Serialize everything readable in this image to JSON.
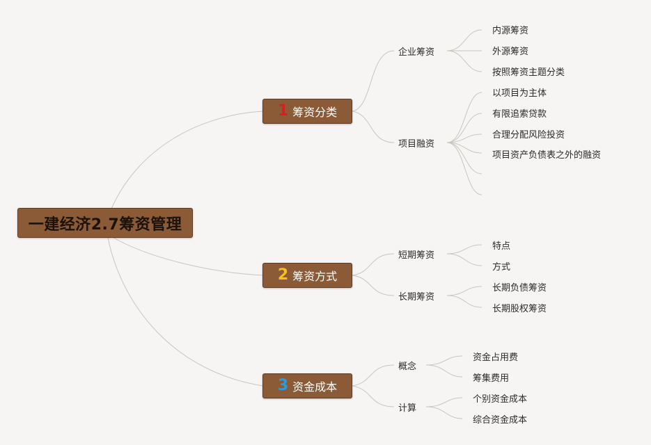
{
  "root": {
    "label": "一建经济2.7筹资管理"
  },
  "colors": {
    "node_fill": "#8b5a36",
    "line": "#c9c4bf",
    "num1": "#d42020",
    "num2": "#f3c21b",
    "num3": "#2a9be0"
  },
  "branches": [
    {
      "number": "1",
      "label": "筹资分类",
      "subs": [
        {
          "label": "企业筹资",
          "leaves": [
            "内源筹资",
            "外源筹资",
            "按照筹资主题分类"
          ]
        },
        {
          "label": "项目融资",
          "leaves": [
            "以项目为主体",
            "有限追索贷款",
            "合理分配风险投资",
            "项目资产负债表之外的融资",
            "",
            ""
          ]
        }
      ]
    },
    {
      "number": "2",
      "label": "筹资方式",
      "subs": [
        {
          "label": "短期筹资",
          "leaves": [
            "特点",
            "方式"
          ]
        },
        {
          "label": "长期筹资",
          "leaves": [
            "长期负债筹资",
            "长期股权筹资"
          ]
        }
      ]
    },
    {
      "number": "3",
      "label": "资金成本",
      "subs": [
        {
          "label": "概念",
          "leaves": [
            "资金占用费",
            "筹集费用"
          ]
        },
        {
          "label": "计算",
          "leaves": [
            "个别资金成本",
            "综合资金成本"
          ]
        }
      ]
    }
  ]
}
